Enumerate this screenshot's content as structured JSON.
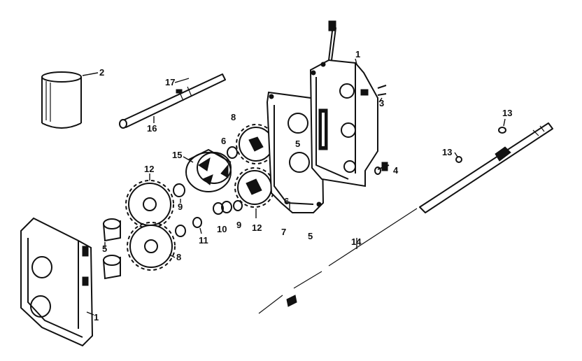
{
  "colors": {
    "ink": "#111111",
    "paper": "#ffffff"
  },
  "callouts": {
    "c1_top": "1",
    "c1_bottom": "1",
    "c2": "2",
    "c3": "3",
    "c4": "4",
    "c5_left": "5",
    "c5_mid": "5",
    "c5_low": "5",
    "c6_top": "6",
    "c6_mid": "6",
    "c7": "7",
    "c8_top": "8",
    "c8_bottom": "8",
    "c9_left": "9",
    "c9_right": "9",
    "c10": "10",
    "c11": "11",
    "c12_left": "12",
    "c12_right": "12",
    "c13_top": "13",
    "c13_mid": "13",
    "c14": "14",
    "c15": "15",
    "c16": "16",
    "c17": "17"
  }
}
